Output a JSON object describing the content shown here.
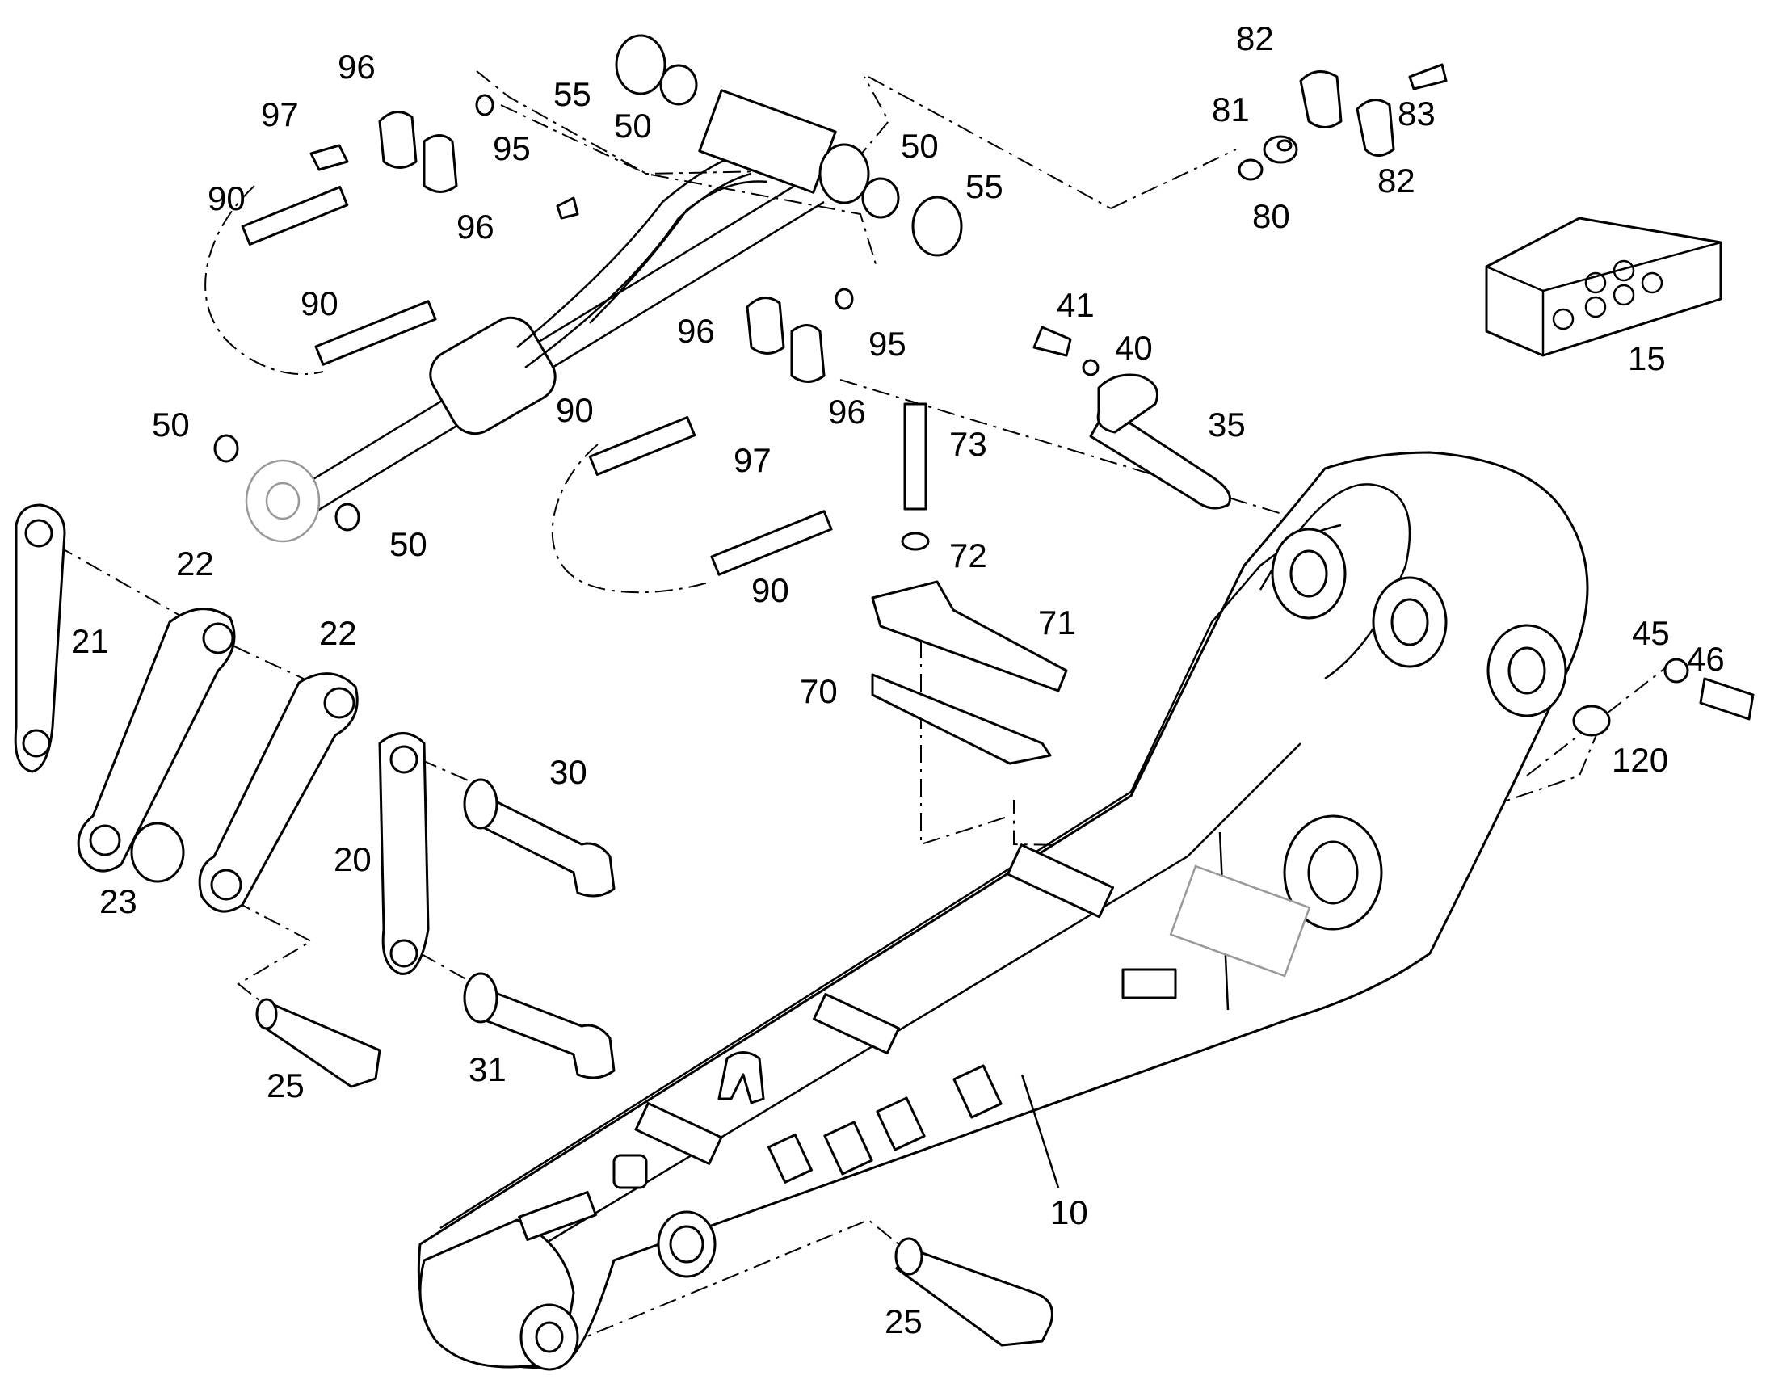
{
  "callouts": [
    {
      "id": "c97a",
      "text": "97"
    },
    {
      "id": "c96a",
      "text": "96"
    },
    {
      "id": "c55a",
      "text": "55"
    },
    {
      "id": "c50a",
      "text": "50"
    },
    {
      "id": "c95a",
      "text": "95"
    },
    {
      "id": "c90a",
      "text": "90"
    },
    {
      "id": "c96b",
      "text": "96"
    },
    {
      "id": "c90b",
      "text": "90"
    },
    {
      "id": "c50b",
      "text": "50"
    },
    {
      "id": "c55b",
      "text": "55"
    },
    {
      "id": "c96c",
      "text": "96"
    },
    {
      "id": "c95b",
      "text": "95"
    },
    {
      "id": "c96d",
      "text": "96"
    },
    {
      "id": "c90c",
      "text": "90"
    },
    {
      "id": "c97b",
      "text": "97"
    },
    {
      "id": "c50c",
      "text": "50"
    },
    {
      "id": "c50d",
      "text": "50"
    },
    {
      "id": "c82a",
      "text": "82"
    },
    {
      "id": "c81",
      "text": "81"
    },
    {
      "id": "c83",
      "text": "83"
    },
    {
      "id": "c82b",
      "text": "82"
    },
    {
      "id": "c80",
      "text": "80"
    },
    {
      "id": "c15",
      "text": "15"
    },
    {
      "id": "c41",
      "text": "41"
    },
    {
      "id": "c40",
      "text": "40"
    },
    {
      "id": "c35",
      "text": "35"
    },
    {
      "id": "c73",
      "text": "73"
    },
    {
      "id": "c72",
      "text": "72"
    },
    {
      "id": "c90d",
      "text": "90"
    },
    {
      "id": "c71",
      "text": "71"
    },
    {
      "id": "c70",
      "text": "70"
    },
    {
      "id": "c22a",
      "text": "22"
    },
    {
      "id": "c22b",
      "text": "22"
    },
    {
      "id": "c21",
      "text": "21"
    },
    {
      "id": "c30",
      "text": "30"
    },
    {
      "id": "c20",
      "text": "20"
    },
    {
      "id": "c23",
      "text": "23"
    },
    {
      "id": "c45",
      "text": "45"
    },
    {
      "id": "c46",
      "text": "46"
    },
    {
      "id": "c120",
      "text": "120"
    },
    {
      "id": "c25a",
      "text": "25"
    },
    {
      "id": "c31",
      "text": "31"
    },
    {
      "id": "c10",
      "text": "10"
    },
    {
      "id": "c25b",
      "text": "25"
    }
  ]
}
